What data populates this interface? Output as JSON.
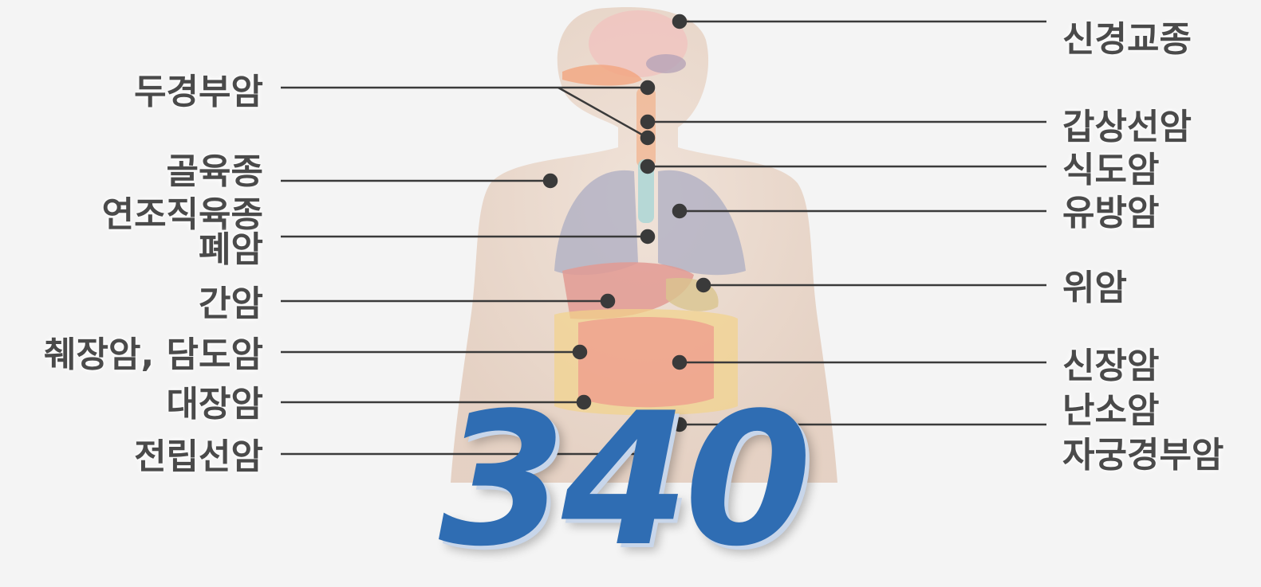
{
  "left_labels": [
    {
      "id": "laryngeal",
      "text": "두경부암"
    },
    {
      "id": "bone",
      "text": "골육종"
    },
    {
      "id": "soft",
      "text": "연조직육종"
    },
    {
      "id": "lung",
      "text": "폐암"
    },
    {
      "id": "liver",
      "text": "간암"
    },
    {
      "id": "pancreas",
      "text": "췌장암, 담도암"
    },
    {
      "id": "colon",
      "text": "대장암"
    },
    {
      "id": "prostate",
      "text": "전립선암"
    }
  ],
  "right_labels": [
    {
      "id": "glioma",
      "text": "신경교종"
    },
    {
      "id": "thyroid",
      "text": "갑상선암"
    },
    {
      "id": "esophagus",
      "text": "식도암"
    },
    {
      "id": "breast",
      "text": "유방암"
    },
    {
      "id": "stomach",
      "text": "위암"
    },
    {
      "id": "kidney",
      "text": "신장암"
    },
    {
      "id": "ovary",
      "text": "난소암"
    },
    {
      "id": "cervix",
      "text": "자궁경부암"
    }
  ],
  "overlay_number": "340",
  "colors": {
    "label": "#4a4a4a",
    "line": "#3a3a3a",
    "number": "#2f6db3",
    "skin": "#ead6c8"
  }
}
